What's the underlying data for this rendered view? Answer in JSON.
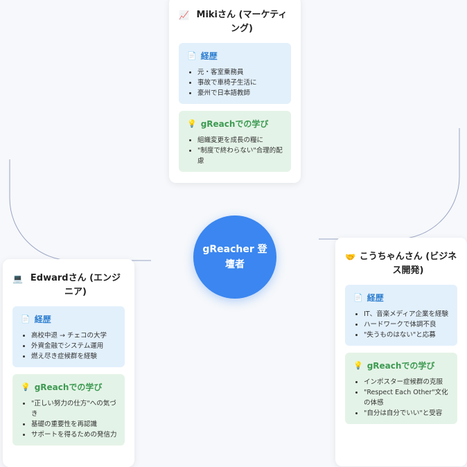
{
  "hub": {
    "label": "gReacher 登壇者"
  },
  "cards": {
    "miki": {
      "icon": "📈",
      "icon_name": "chart-increasing-icon",
      "name": "Mikiさん (マーケティング)",
      "career_heading": "経歴",
      "career": [
        "元・客室乗務員",
        "事故で車椅子生活に",
        "豪州で日本語教師"
      ],
      "learn_heading": "gReachでの学び",
      "learn": [
        "組織変更を成長の糧に",
        "\"制度で終わらない\"合理的配慮"
      ]
    },
    "edward": {
      "icon": "💻",
      "icon_name": "laptop-icon",
      "name": "Edwardさん (エンジニア)",
      "career_heading": "経歴",
      "career": [
        "高校中退 → チェコの大学",
        "外資金融でシステム運用",
        "燃え尽き症候群を経験"
      ],
      "learn_heading": "gReachでの学び",
      "learn": [
        "\"正しい努力の仕方\"への気づき",
        "基礎の重要性を再認識",
        "サポートを得るための発信力"
      ]
    },
    "kou": {
      "icon": "🤝",
      "icon_name": "handshake-icon",
      "name": "こうちゃんさん (ビジネス開発)",
      "career_heading": "経歴",
      "career": [
        "IT、音楽メディア企業を経験",
        "ハードワークで体調不良",
        "\"失うものはない\"と応募"
      ],
      "learn_heading": "gReachでの学び",
      "learn": [
        "インポスター症候群の克服",
        "\"Respect Each Other\"文化の体感",
        "\"自分は自分でいい\"と受容"
      ]
    }
  },
  "icons": {
    "career": "document-icon",
    "learn": "lightbulb-icon"
  },
  "colors": {
    "hub": "#3b86f0",
    "career_bg": "#e2f0fb",
    "career_heading": "#2f7fd0",
    "learn_bg": "#e4f3e7",
    "learn_heading": "#3d9a52",
    "connector": "#9aa3c4"
  }
}
